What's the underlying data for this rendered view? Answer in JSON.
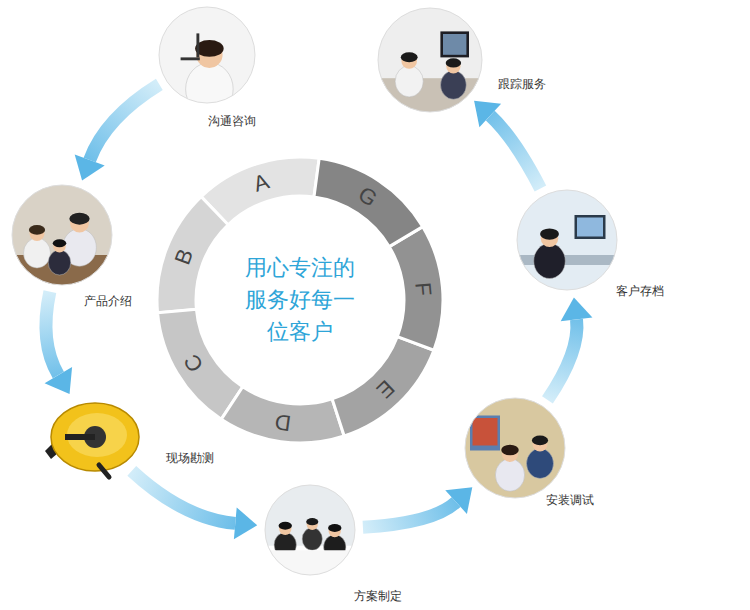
{
  "diagram": {
    "nodes": [
      {
        "text": [
          "沟通咨询"
        ]
      },
      {
        "text": [
          "产品介绍"
        ]
      },
      {
        "text": [
          "现场勘测"
        ]
      },
      {
        "text": [
          "方案制定"
        ]
      },
      {
        "text": [
          "安装调试"
        ]
      },
      {
        "text": [
          "客户存档"
        ]
      },
      {
        "text": [
          "跟踪服务"
        ]
      },
      {
        "text": [
          "用心专注的 服务好每一 位客户"
        ]
      },
      {
        "text": [
          "A"
        ]
      },
      {
        "text": [
          "B"
        ]
      },
      {
        "text": [
          "C"
        ]
      },
      {
        "text": [
          "D"
        ]
      },
      {
        "text": [
          "E"
        ]
      },
      {
        "text": [
          "F"
        ]
      },
      {
        "text": [
          "G"
        ]
      }
    ],
    "edges": [
      {
        "from": 0,
        "to": 1,
        "arrow": "to"
      },
      {
        "from": 1,
        "to": 2,
        "arrow": "to"
      },
      {
        "from": 2,
        "to": 3,
        "arrow": "to"
      },
      {
        "from": 3,
        "to": 4,
        "arrow": "to"
      },
      {
        "from": 4,
        "to": 5,
        "arrow": "to"
      },
      {
        "from": 5,
        "to": 6,
        "arrow": "to"
      }
    ]
  }
}
